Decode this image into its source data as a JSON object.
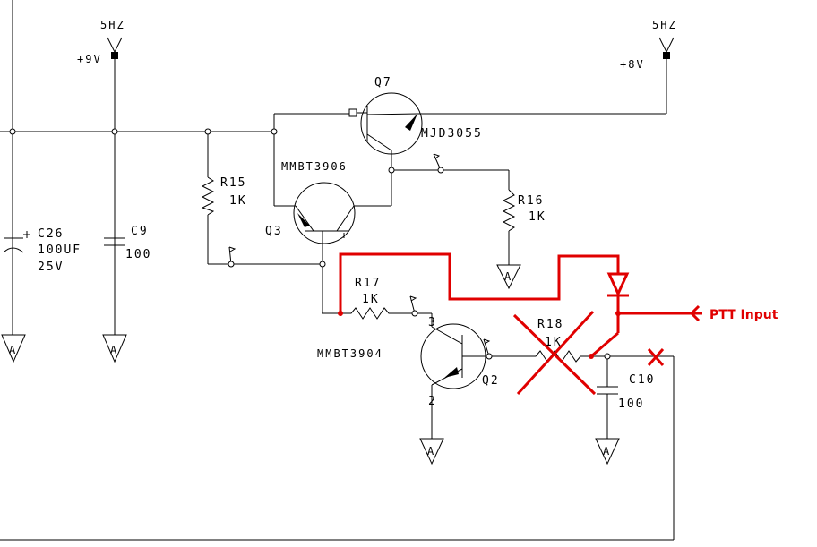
{
  "colors": {
    "wire": "#000000",
    "modification": "#e00000",
    "background": "#ffffff"
  },
  "power": {
    "left": {
      "net": "5HZ",
      "voltage": "+9V"
    },
    "right": {
      "net": "5HZ",
      "voltage": "+8V"
    }
  },
  "transistors": {
    "q7": {
      "ref": "Q7",
      "part": "MJD3055"
    },
    "q3": {
      "ref": "Q3",
      "part": "MMBT3906"
    },
    "q2": {
      "ref": "Q2",
      "part": "MMBT3904",
      "pin_collector": "3",
      "pin_emitter": "2"
    }
  },
  "resistors": {
    "r15": {
      "ref": "R15",
      "value": "1K"
    },
    "r16": {
      "ref": "R16",
      "value": "1K"
    },
    "r17": {
      "ref": "R17",
      "value": "1K"
    },
    "r18": {
      "ref": "R18",
      "value": "1K"
    }
  },
  "capacitors": {
    "c26": {
      "ref": "C26",
      "value": "100UF",
      "voltage": "25V"
    },
    "c9": {
      "ref": "C9",
      "value": "100"
    },
    "c10": {
      "ref": "C10",
      "value": "100"
    }
  },
  "ptt": {
    "label": "PTT Input"
  },
  "ground_symbol": "A"
}
